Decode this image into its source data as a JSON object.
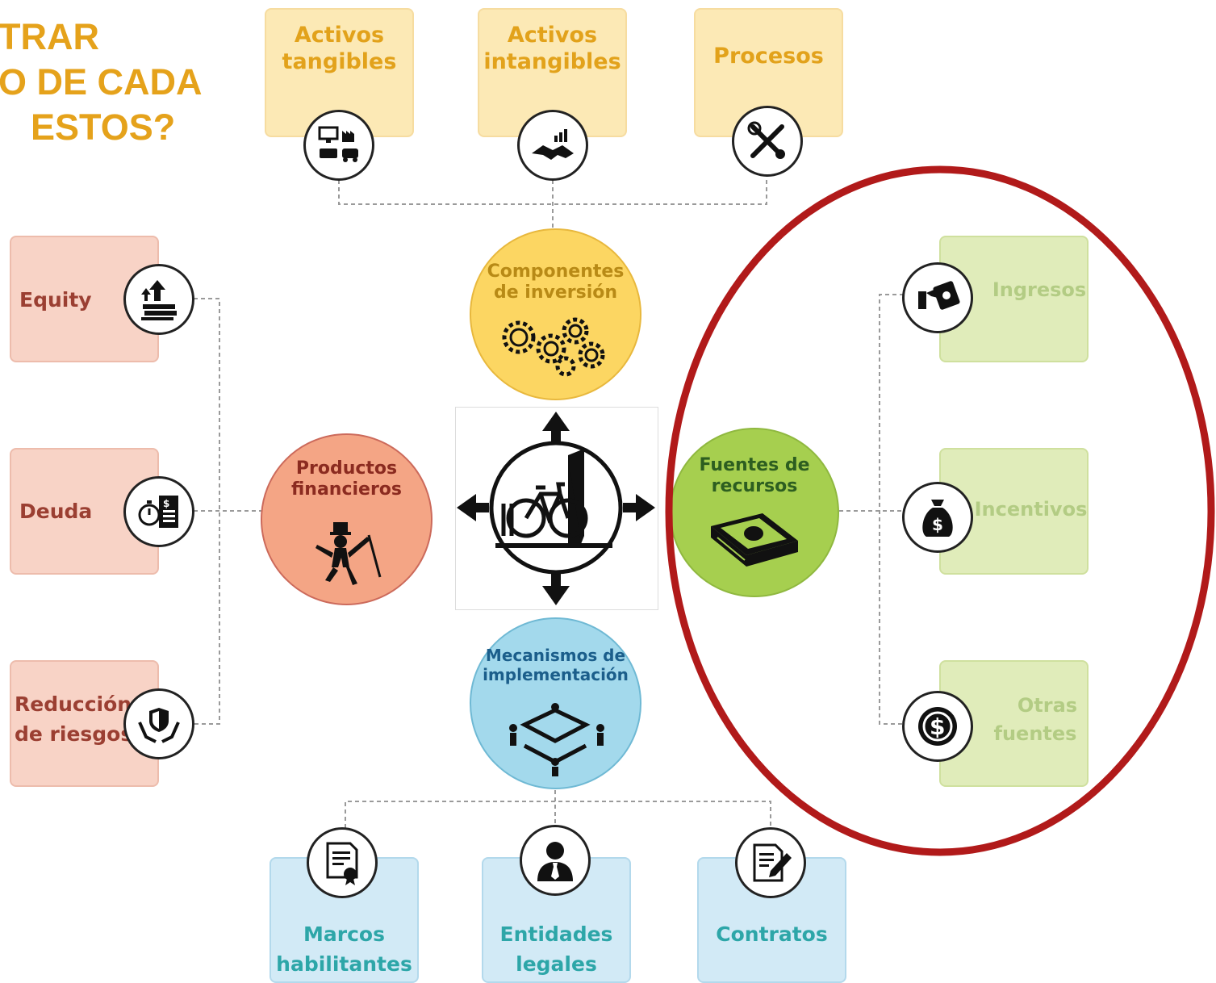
{
  "title_lines": [
    "TRAR",
    "O DE CADA",
    "ESTOS?"
  ],
  "top": {
    "activos_tangibles": [
      "Activos",
      "tangibles"
    ],
    "activos_intangibles": [
      "Activos",
      "intangibles"
    ],
    "procesos": "Procesos"
  },
  "left": {
    "equity": "Equity",
    "deuda": "Deuda",
    "reduccion": [
      "Reducción",
      "de riesgos"
    ]
  },
  "right": {
    "ingresos": "Ingresos",
    "incentivos": "Incentivos",
    "otras_fuentes": [
      "Otras",
      "fuentes"
    ]
  },
  "bottom": {
    "marcos": [
      "Marcos",
      "habilitantes"
    ],
    "entidades": [
      "Entidades",
      "legales"
    ],
    "contratos": "Contratos"
  },
  "circles": {
    "componentes": [
      "Componentes",
      "de inversión"
    ],
    "productos": [
      "Productos",
      "financieros"
    ],
    "fuentes": [
      "Fuentes de",
      "recursos"
    ],
    "mecanismos": [
      "Mecanismos de",
      "implementación"
    ]
  },
  "colors": {
    "title": "#e5a21b",
    "orange_box": "#fce9b5",
    "red_box": "#f8d3c6",
    "green_box": "#e0ecba",
    "blue_box": "#d2eaf6",
    "yellow_circle": "#fcd662",
    "salmon_circle": "#f4a585",
    "green_circle": "#a6cf4f",
    "blue_circle": "#a3d9ec",
    "highlight_ellipse": "#b11a1a"
  },
  "icons": {
    "tangibles": "computer-factory-icon",
    "intangibles": "handshake-chart-icon",
    "procesos": "tools-icon",
    "equity": "money-up-arrow-icon",
    "deuda": "stopwatch-bill-icon",
    "reduccion": "shield-hands-icon",
    "ingresos": "hand-cash-icon",
    "incentivos": "money-bag-icon",
    "otras_fuentes": "dollar-coin-icon",
    "marcos": "certificate-icon",
    "entidades": "person-tie-icon",
    "contratos": "contract-pen-icon",
    "componentes": "gears-icon",
    "productos": "monopoly-man-icon",
    "fuentes": "cash-stack-icon",
    "mecanismos": "people-puzzle-icon",
    "center": "bicycle-parking-icon"
  }
}
